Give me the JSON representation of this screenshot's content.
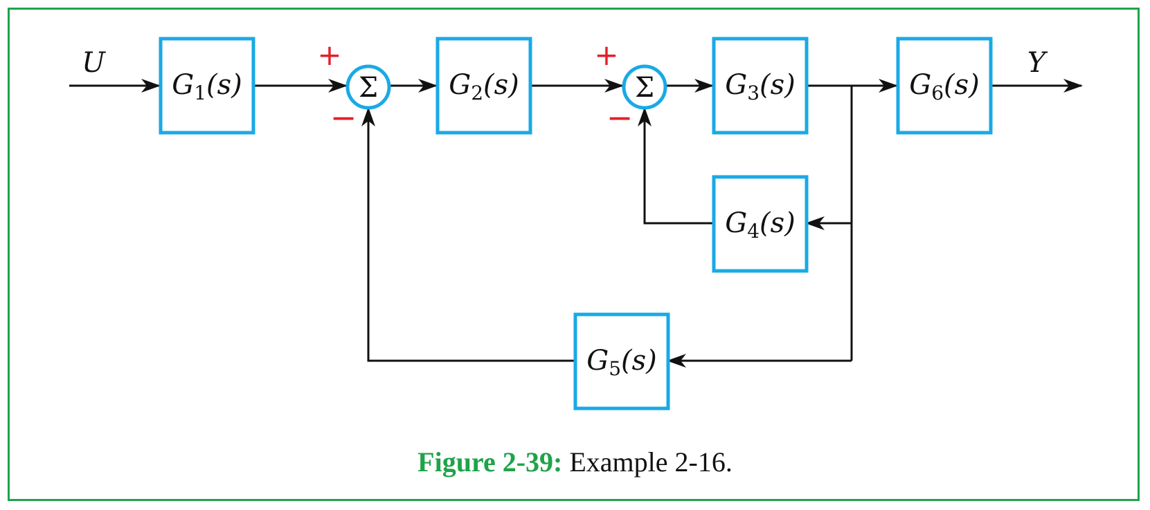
{
  "colors": {
    "border": "#1fa34a",
    "block": "#1aa9e6",
    "line": "#111111",
    "sign": "#e3202a",
    "caption_label": "#1fa34a"
  },
  "signals": {
    "input": "U",
    "output": "Y"
  },
  "blocks": [
    {
      "id": "g1",
      "name": "G",
      "sub": "1",
      "arg": "(s)"
    },
    {
      "id": "g2",
      "name": "G",
      "sub": "2",
      "arg": "(s)"
    },
    {
      "id": "g3",
      "name": "G",
      "sub": "3",
      "arg": "(s)"
    },
    {
      "id": "g4",
      "name": "G",
      "sub": "4",
      "arg": "(s)"
    },
    {
      "id": "g5",
      "name": "G",
      "sub": "5",
      "arg": "(s)"
    },
    {
      "id": "g6",
      "name": "G",
      "sub": "6",
      "arg": "(s)"
    }
  ],
  "junctions": [
    {
      "id": "sum1",
      "symbol": "Σ",
      "plus": "+",
      "minus": "−"
    },
    {
      "id": "sum2",
      "symbol": "Σ",
      "plus": "+",
      "minus": "−"
    }
  ],
  "caption": {
    "label": "Figure 2-39:",
    "text": " Example 2-16."
  }
}
